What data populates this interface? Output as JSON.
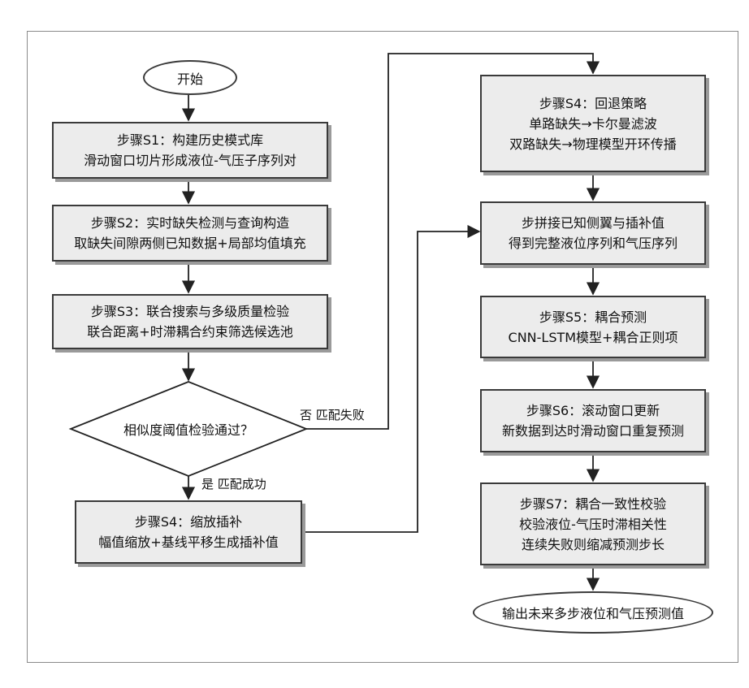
{
  "start": "开始",
  "left": {
    "s1": {
      "title": "步骤S1：构建历史模式库",
      "line1": "滑动窗口切片形成液位-气压子序列对"
    },
    "s2": {
      "title": "步骤S2：实时缺失检测与查询构造",
      "line1": "取缺失间隙两侧已知数据+局部均值填充"
    },
    "s3": {
      "title": "步骤S3：联合搜索与多级质量检验",
      "line1": "联合距离+时滞耦合约束筛选候选池"
    },
    "decision": "相似度阈值检验通过？",
    "yes_label": "是  匹配成功",
    "no_label": "否  匹配失败",
    "s4a": {
      "title": "步骤S4：缩放插补",
      "line1": "幅值缩放+基线平移生成插补值"
    }
  },
  "right": {
    "s4b": {
      "title": "步骤S4：回退策略",
      "line1": "单路缺失→卡尔曼滤波",
      "line2": "双路缺失→物理模型开环传播"
    },
    "splice": {
      "title": "步拼接已知侧翼与插补值",
      "line1": "得到完整液位序列和气压序列"
    },
    "s5": {
      "title": "步骤S5：耦合预测",
      "line1": "CNN-LSTM模型+耦合正则项"
    },
    "s6": {
      "title": "步骤S6：滚动窗口更新",
      "line1": "新数据到达时滑动窗口重复预测"
    },
    "s7": {
      "title": "步骤S7：耦合一致性校验",
      "line1": "校验液位-气压时滞相关性",
      "line2": "连续失败则缩减预测步长"
    },
    "end": "输出未来多步液位和气压预测值"
  }
}
